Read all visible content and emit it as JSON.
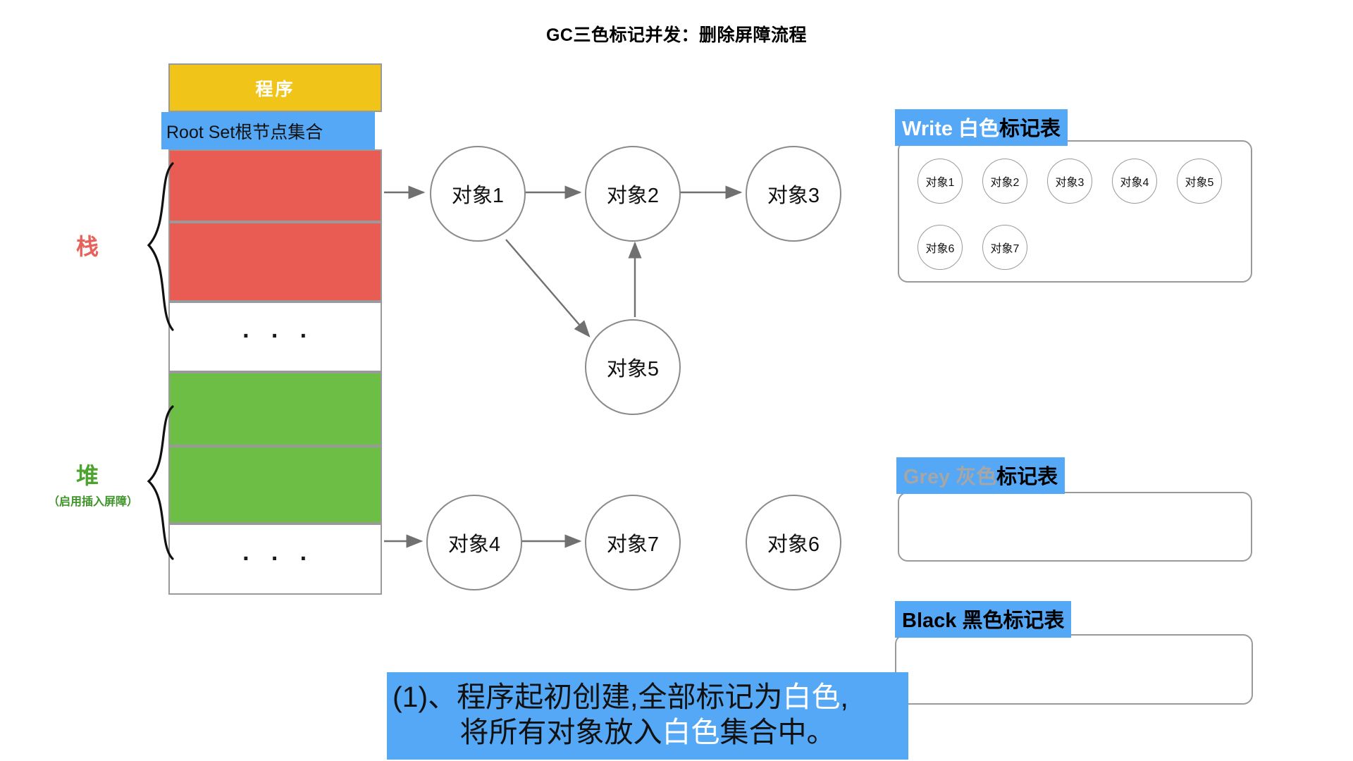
{
  "title": "GC三色标记并发：删除屏障流程",
  "memory": {
    "program_label": "程序",
    "rootset_label": "Root Set根节点集合",
    "ellipsis": "· · ·",
    "stack_label": "栈",
    "heap_label": "堆",
    "heap_sublabel": "（启用插入屏障）"
  },
  "graph": {
    "nodes": [
      {
        "id": "obj1",
        "label": "对象1"
      },
      {
        "id": "obj2",
        "label": "对象2"
      },
      {
        "id": "obj3",
        "label": "对象3"
      },
      {
        "id": "obj5",
        "label": "对象5"
      },
      {
        "id": "obj4",
        "label": "对象4"
      },
      {
        "id": "obj7",
        "label": "对象7"
      },
      {
        "id": "obj6",
        "label": "对象6"
      }
    ],
    "edges": [
      {
        "from": "root-stack-1",
        "to": "obj1"
      },
      {
        "from": "obj1",
        "to": "obj2"
      },
      {
        "from": "obj2",
        "to": "obj3"
      },
      {
        "from": "obj1",
        "to": "obj5"
      },
      {
        "from": "obj5",
        "to": "obj2"
      },
      {
        "from": "heap-2",
        "to": "obj4"
      },
      {
        "from": "obj4",
        "to": "obj7"
      }
    ]
  },
  "mark_tables": {
    "white": {
      "header_keyword": "Write 白色",
      "header_tail": "标记表",
      "items": [
        "对象1",
        "对象2",
        "对象3",
        "对象4",
        "对象5",
        "对象6",
        "对象7"
      ]
    },
    "grey": {
      "header_keyword": "Grey 灰色",
      "header_tail": "标记表",
      "items": []
    },
    "black": {
      "header_keyword": "Black 黑色",
      "header_tail": "标记表",
      "items": []
    }
  },
  "caption": {
    "line1_pre": "(1)、程序起初创建,全部标记为",
    "line1_hl": "白色",
    "line1_post": ",",
    "line2_pre": "将所有对象放入",
    "line2_hl": "白色",
    "line2_post": "集合中。"
  },
  "colors": {
    "program": "#F0C419",
    "rootset": "#55A8F5",
    "stack": "#E85C54",
    "heap": "#6CBE45",
    "accent_blue": "#55A8F5",
    "stack_label": "#E8605A",
    "heap_label": "#4CA32F",
    "node_stroke": "#8A8A8A"
  }
}
